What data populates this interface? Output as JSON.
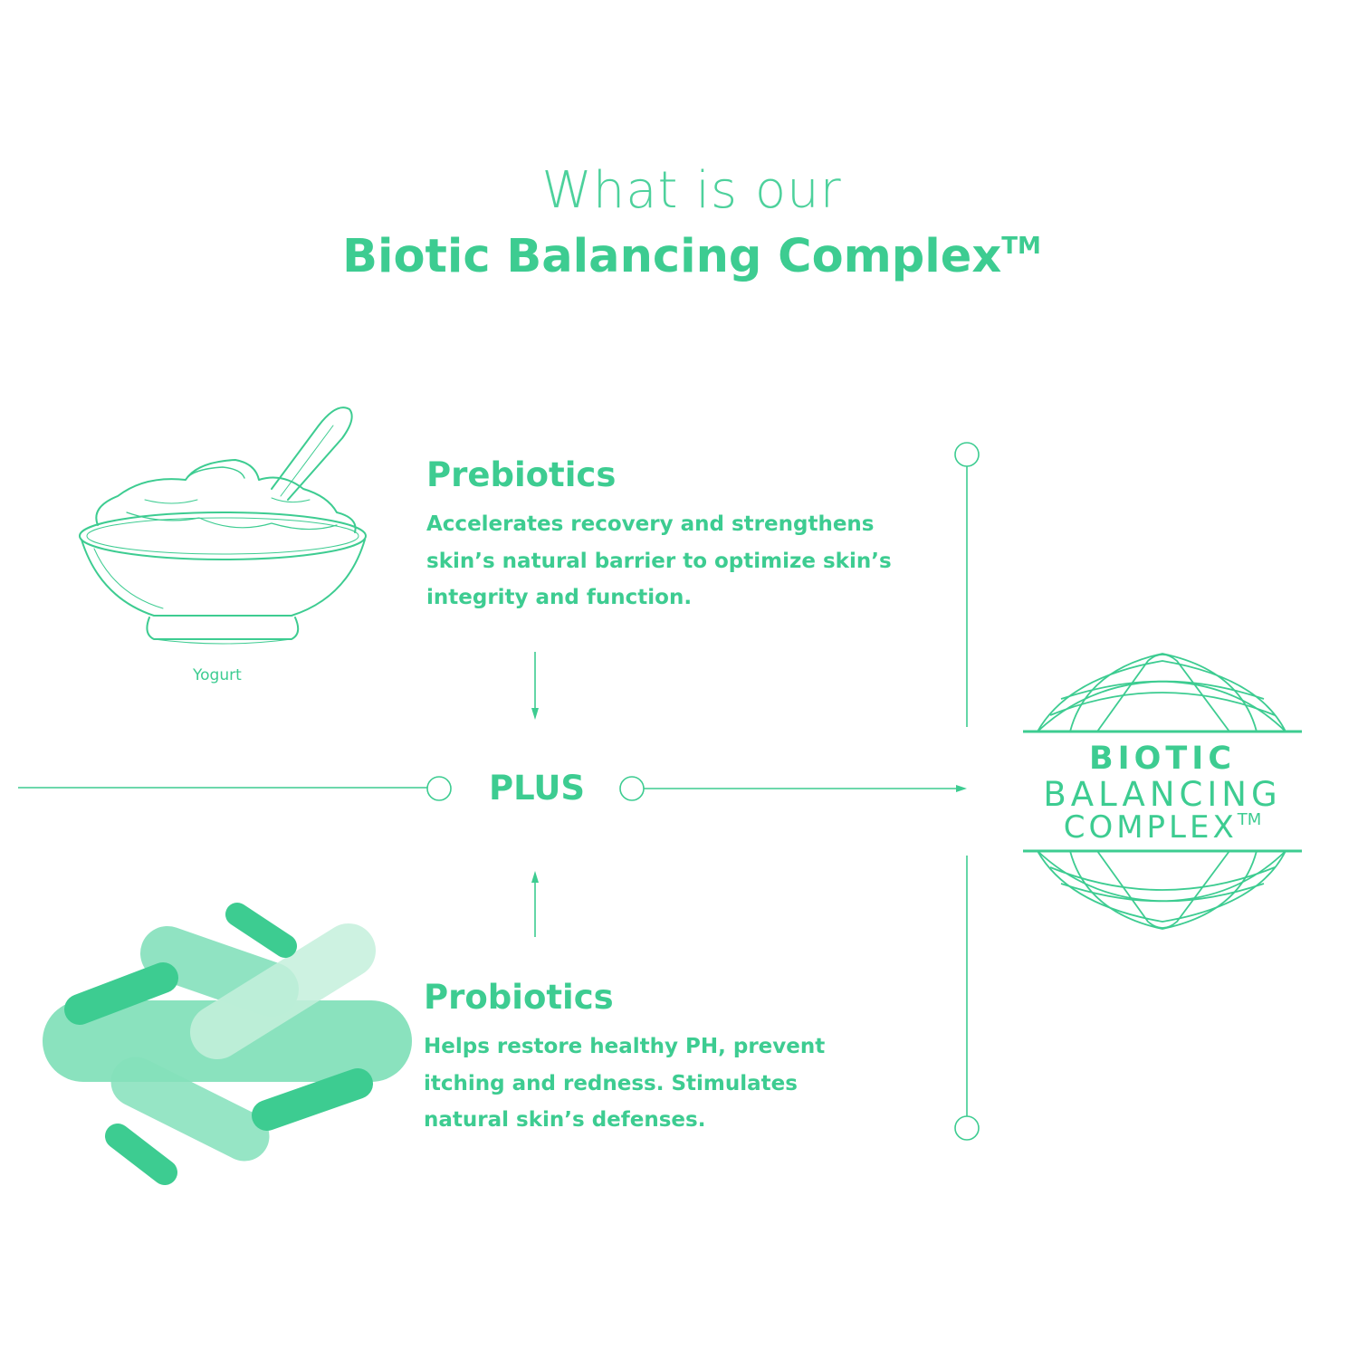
{
  "title": {
    "line1": "What is our",
    "line2": "Biotic Balancing Complex",
    "trademark": "TM"
  },
  "prebiotics": {
    "heading": "Prebiotics",
    "lines": [
      "Accelerates recovery and strengthens",
      "skin’s natural barrier to optimize skin’s",
      "integrity and function."
    ],
    "image_caption": "Yogurt",
    "icon": "yogurt-bowl-icon"
  },
  "connector": {
    "label": "PLUS"
  },
  "probiotics": {
    "heading": "Probiotics",
    "lines": [
      "Helps restore healthy PH, prevent",
      "itching and redness. Stimulates",
      "natural skin’s defenses."
    ],
    "icon": "bacteria-icon"
  },
  "badge": {
    "line1": "BIOTIC",
    "line2": "BALANCING",
    "line3": "COMPLEX",
    "trademark": "TM",
    "icon": "orbit-emblem-icon"
  },
  "colors": {
    "accent": "#3dcc91",
    "accent_light": "#4dd19c",
    "bacteria_light": "#84e0bb",
    "bacteria_pale": "#c4f0dc",
    "background": "#ffffff"
  }
}
